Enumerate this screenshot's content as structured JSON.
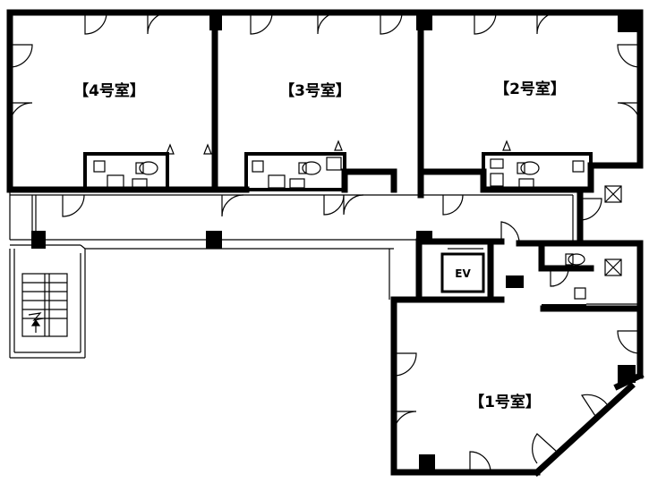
{
  "rooms": {
    "room1": "【1号室】",
    "room2": "【2号室】",
    "room3": "【3号室】",
    "room4": "【4号室】"
  },
  "elevator": {
    "label": "EV"
  },
  "colors": {
    "wall": "#000000",
    "line": "#000000",
    "background": "#ffffff"
  }
}
